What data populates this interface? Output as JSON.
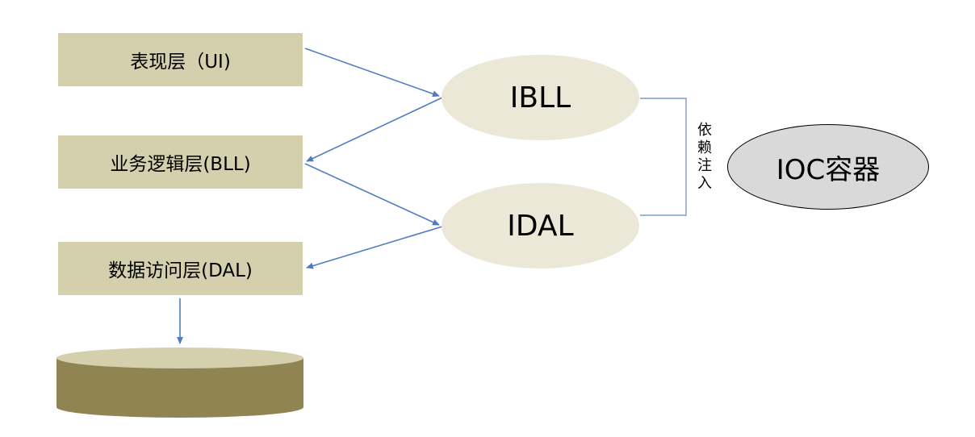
{
  "layers": {
    "presentation": "表现层（UI)",
    "business": "业务逻辑层(BLL)",
    "data_access": "数据访问层(DAL)"
  },
  "interfaces": {
    "ibll": "IBLL",
    "idal": "IDAL"
  },
  "ioc": {
    "label": "IOC容器",
    "annotation": "依赖注入"
  },
  "colors": {
    "layer_fill": "#d4cfad",
    "interface_fill": "#ece8d8",
    "ioc_fill": "#d9d9d9",
    "arrow": "#4f7cc1",
    "bracket": "#7f9bc6",
    "cylinder_body": "#8f8452",
    "cylinder_top": "#d4cfad"
  }
}
